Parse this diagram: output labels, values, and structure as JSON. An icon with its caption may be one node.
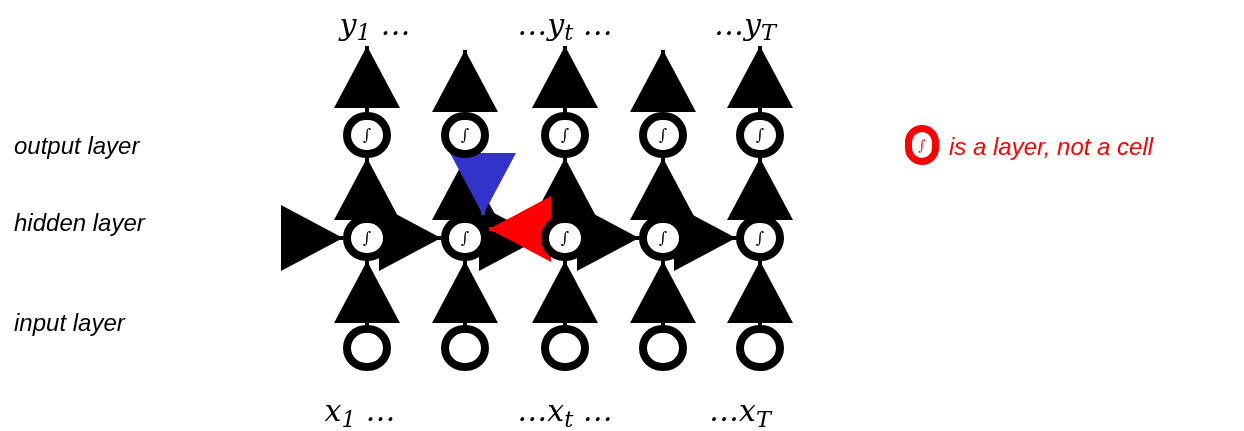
{
  "diagram": {
    "nodes": [
      {
        "text": [
          "y$_{1}$ …"
        ]
      },
      {
        "text": [
          "…y$_{t}$ …"
        ]
      },
      {
        "text": [
          "…y$_{T}$"
        ]
      },
      {
        "text": [
          "∫"
        ]
      },
      {
        "text": [
          "∫"
        ]
      },
      {
        "text": [
          "∫"
        ]
      },
      {
        "text": [
          "∫"
        ]
      },
      {
        "text": [
          "∫"
        ]
      },
      {
        "text": [
          "∫"
        ]
      },
      {
        "text": [
          "∫"
        ]
      },
      {
        "text": [
          "∫"
        ]
      },
      {
        "text": [
          "∫"
        ]
      },
      {
        "text": [
          "∫"
        ]
      },
      {
        "text": [],
        "shape": "circle"
      },
      {
        "text": [],
        "shape": "circle"
      },
      {
        "text": [],
        "shape": "circle"
      },
      {
        "text": [],
        "shape": "circle"
      },
      {
        "text": [],
        "shape": "circle"
      },
      {
        "text": [
          "∫"
        ],
        "beside": [
          "is a layer, not a cell"
        ]
      }
    ],
    "edges": [
      {
        "from": 13,
        "to": 8,
        "arrow": "to"
      },
      {
        "from": 14,
        "to": 9,
        "arrow": "to"
      },
      {
        "from": 15,
        "to": 10,
        "arrow": "to"
      },
      {
        "from": 16,
        "to": 11,
        "arrow": "to"
      },
      {
        "from": 17,
        "to": 12,
        "arrow": "to"
      },
      {
        "from": 8,
        "to": 3,
        "arrow": "to"
      },
      {
        "from": 9,
        "to": 4,
        "arrow": "to"
      },
      {
        "from": 10,
        "to": 5,
        "arrow": "to"
      },
      {
        "from": 11,
        "to": 6,
        "arrow": "to"
      },
      {
        "from": 12,
        "to": 7,
        "arrow": "to"
      },
      {
        "from": 3,
        "to": 0,
        "arrow": "to"
      },
      {
        "from": 4,
        "to": null,
        "arrow": "to"
      },
      {
        "from": 5,
        "to": 1,
        "arrow": "to"
      },
      {
        "from": 6,
        "to": null,
        "arrow": "to"
      },
      {
        "from": 7,
        "to": 2,
        "arrow": "to"
      },
      {
        "from": null,
        "to": 8,
        "arrow": "to"
      },
      {
        "from": 8,
        "to": 9,
        "arrow": "to"
      },
      {
        "from": 9,
        "to": 10,
        "arrow": "to"
      },
      {
        "from": 10,
        "to": 11,
        "arrow": "to"
      },
      {
        "from": 11,
        "to": 12,
        "arrow": "to"
      },
      {
        "from": 4,
        "to": 9,
        "arrow": "to",
        "color": "#3333cc"
      },
      {
        "from": 10,
        "to": 9,
        "arrow": "to",
        "color": "#ff0000"
      }
    ],
    "labels": [
      "output layer",
      "hidden layer",
      "input layer",
      "x$_{1}$ …",
      "…x$_{t}$ …",
      "…x$_{T}$"
    ]
  }
}
